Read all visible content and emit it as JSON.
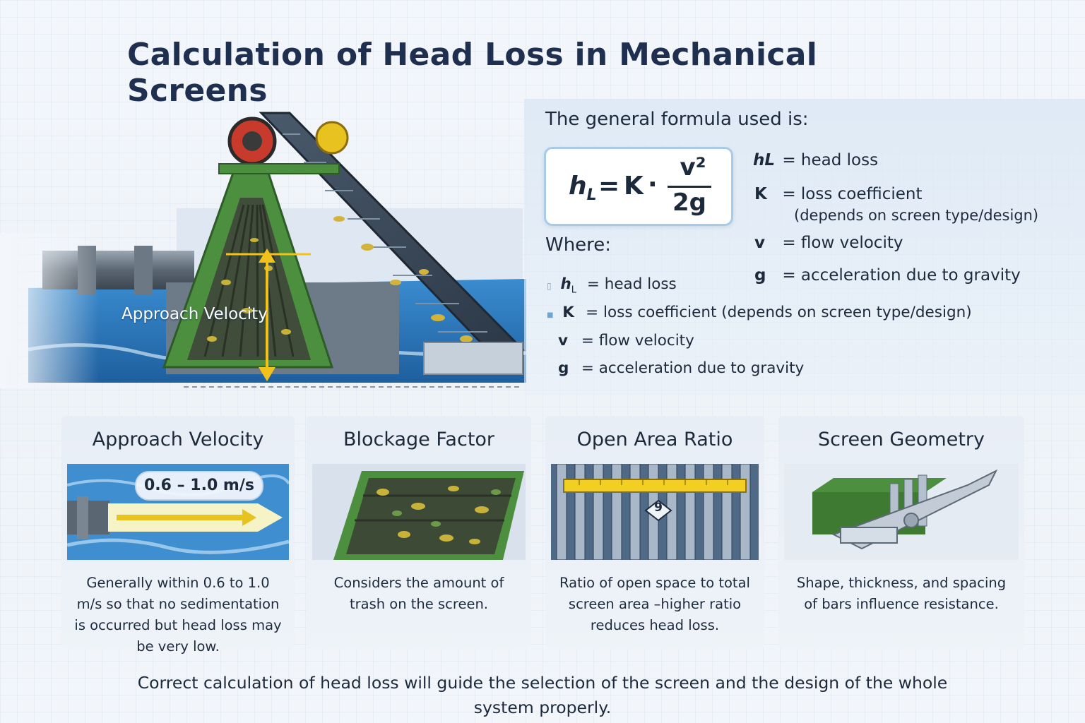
{
  "title": "Calculation of Head Loss in Mechanical Screens",
  "illustration": {
    "approach_label": "Approach Velocity",
    "colors": {
      "water": "#2f7fc0",
      "frame": "#4c8f3e",
      "pipe": "#5a6672",
      "arrow": "#f2c21b",
      "debris": "#b5a233"
    }
  },
  "formula": {
    "intro": "The general formula used is:",
    "lhs": "h",
    "lhs_sub": "L",
    "equals": "=",
    "k": "K",
    "dot": "·",
    "numerator": "v²",
    "denominator": "2g",
    "where": "Where:"
  },
  "definitions_right": [
    {
      "symbol": "hL",
      "text": "= head loss"
    },
    {
      "symbol": "K",
      "text": "= loss coefficient",
      "note": "(depends on screen type/design)"
    },
    {
      "symbol": "v",
      "text": "= flow velocity"
    },
    {
      "symbol": "g",
      "text": "= acceleration due to gravity"
    }
  ],
  "definitions_where": [
    {
      "symbol": "h",
      "sub": "L",
      "text": "= head loss"
    },
    {
      "symbol": "K",
      "text": "= loss coefficient (depends on screen type/design)"
    },
    {
      "symbol": "v",
      "text": "= flow velocity"
    },
    {
      "symbol": "g",
      "text": "= acceleration due to gravity"
    }
  ],
  "cards": [
    {
      "title": "Approach Velocity",
      "badge": "0.6 – 1.0 m/s",
      "description": "Generally within 0.6 to 1.0 m/s so that no sedimentation is occurred but head loss may be very low."
    },
    {
      "title": "Blockage Factor",
      "description": "Considers the amount of trash on the screen."
    },
    {
      "title": "Open Area Ratio",
      "gauge_number": "9",
      "description": "Ratio of open space to total screen area –higher ratio reduces head loss."
    },
    {
      "title": "Screen Geometry",
      "description": "Shape, thickness, and spacing of bars influence resistance."
    }
  ],
  "footer": "Correct calculation of head loss will guide the selection of the screen and the design of the whole system properly."
}
